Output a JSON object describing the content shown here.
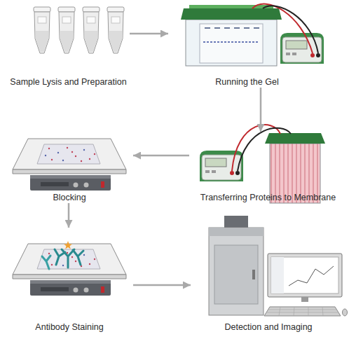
{
  "diagram": {
    "nodes": [
      {
        "text": [
          "Sample Lysis and Preparation"
        ]
      },
      {
        "text": [
          "Running the Gel"
        ]
      },
      {
        "text": [
          "Blocking"
        ]
      },
      {
        "text": [
          "Transferring Proteins to Membrane"
        ]
      },
      {
        "text": [
          "Antibody Staining"
        ]
      },
      {
        "text": [
          "Detection and Imaging"
        ]
      }
    ],
    "edges": [
      {
        "from": 0,
        "to": 1,
        "arrow": "to"
      },
      {
        "from": 1,
        "to": 3,
        "arrow": "to"
      },
      {
        "from": 3,
        "to": 2,
        "arrow": "to"
      },
      {
        "from": 2,
        "to": 4,
        "arrow": "to"
      },
      {
        "from": 4,
        "to": 5,
        "arrow": "to"
      }
    ]
  }
}
